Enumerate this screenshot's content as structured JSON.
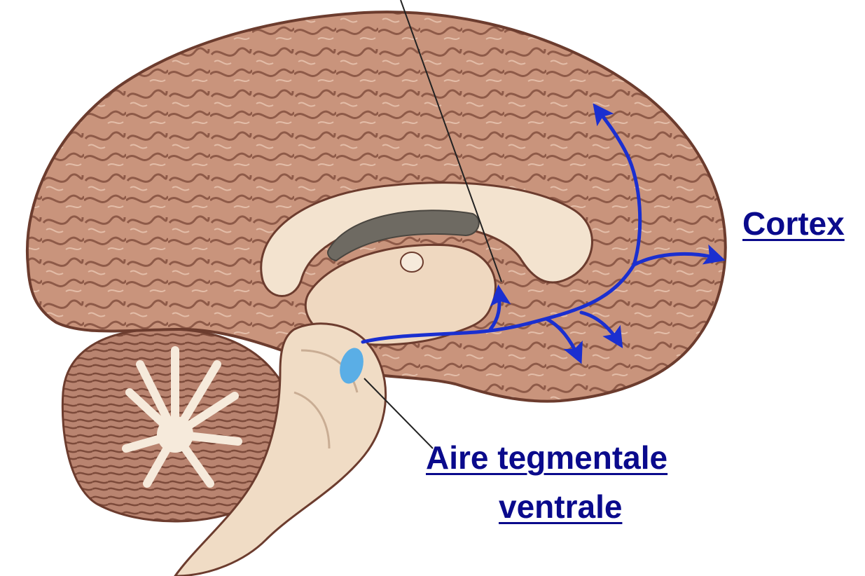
{
  "labels": {
    "cortex": "Cortex",
    "vta_line1": "Aire tegmentale ",
    "vta_line2": "ventrale"
  },
  "colors": {
    "label_text": "#0a0a8c",
    "pathway": "#1a2fd0",
    "vta_nucleus": "#5aaee6",
    "brain_tissue": "#c9947c",
    "brain_tissue_dark": "#8e5a48",
    "brain_fold_highlight": "#e3bda8",
    "inner_structures": "#f3e3cf",
    "ventricle": "#6e6a62",
    "leader_line": "#222222"
  },
  "icons": {
    "pathway_arrowhead": "arrowhead-icon"
  }
}
